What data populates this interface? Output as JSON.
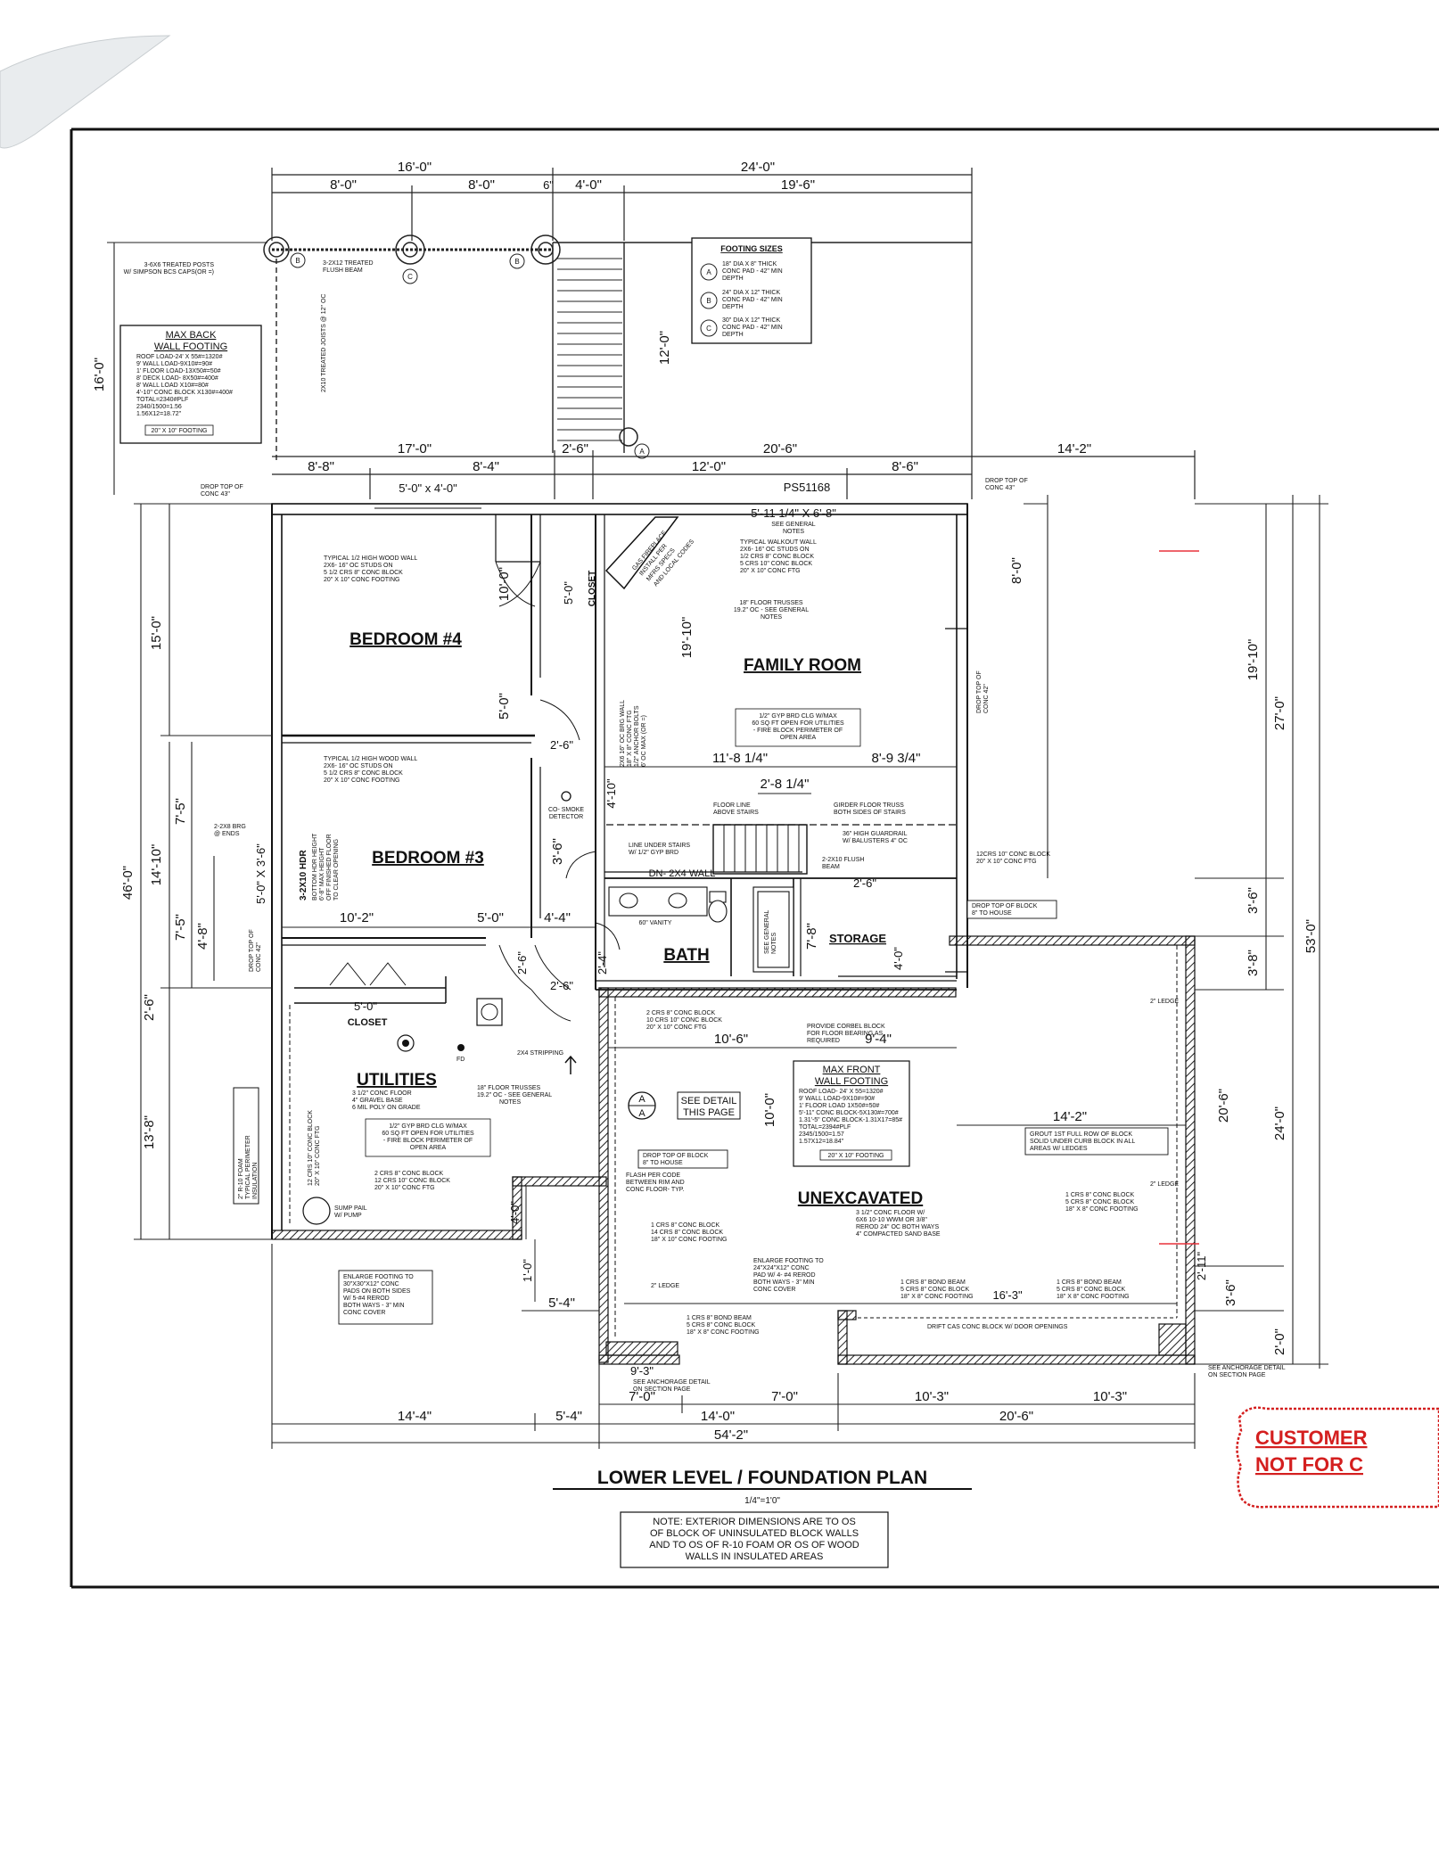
{
  "title": {
    "main": "LOWER LEVEL / FOUNDATION PLAN",
    "scale": "1/4\"=1'0\"",
    "note": [
      "NOTE: EXTERIOR DIMENSIONS ARE TO OS",
      "OF BLOCK OF UNINSULATED BLOCK WALLS",
      "AND TO OS OF R-10 FOAM OR OS OF WOOD",
      "WALLS IN INSULATED AREAS"
    ]
  },
  "stamp": {
    "line1": "CUSTOMER",
    "line2": "NOT FOR C"
  },
  "rooms": {
    "bedroom4": "BEDROOM #4",
    "bedroom3": "BEDROOM #3",
    "family_room": "FAMILY ROOM",
    "bath": "BATH",
    "storage": "STORAGE",
    "utilities": "UTILITIES",
    "unexcavated": "UNEXCAVATED",
    "closet": "CLOSET",
    "closet2": "CLOSET"
  },
  "footing_sizes": {
    "title": "FOOTING SIZES",
    "items": [
      {
        "key": "A",
        "lines": [
          "18\" DIA X 8\" THICK",
          "CONC PAD - 42\" MIN",
          "DEPTH"
        ]
      },
      {
        "key": "B",
        "lines": [
          "24\" DIA X 12\" THICK",
          "CONC PAD - 42\" MIN",
          "DEPTH"
        ]
      },
      {
        "key": "C",
        "lines": [
          "30\" DIA X 12\" THICK",
          "CONC PAD - 42\" MIN",
          "DEPTH"
        ]
      }
    ]
  },
  "max_back": {
    "title1": "MAX BACK",
    "title2": "WALL FOOTING",
    "lines": [
      "ROOF LOAD-24' X 55#=1320#",
      "9' WALL LOAD-9X10#=90#",
      "1' FLOOR LOAD-13X50#=50#",
      "8' DECK LOAD- 8X50#=400#",
      "8' WALL LOAD X10#=80#",
      "4'-10\" CONC BLOCK X130#=400#",
      "TOTAL=2340#PLF",
      "2340/1500=1.56",
      "1.56X12=18.72\""
    ],
    "footing": "20\" X 10\" FOOTING"
  },
  "max_front": {
    "title1": "MAX FRONT",
    "title2": "WALL FOOTING",
    "lines": [
      "ROOF LOAD- 24' X 55=1320#",
      "9' WALL LOAD-9X10#=90#",
      "1' FLOOR LOAD 1X50#=50#",
      "5'-11\" CONC BLOCK-5X130#=700#",
      "1.31'-5\" CONC BLOCK-1.31X17=85#",
      "TOTAL=2394#PLF",
      "2345/1500=1.57",
      "1.57X12=18.84\""
    ],
    "footing": "20\" X 10\" FOOTING"
  },
  "see_detail": {
    "line1": "SEE DETAIL",
    "line2": "THIS PAGE",
    "key": "A"
  },
  "notes": {
    "treated_posts": [
      "3-6X6 TREATED POSTS",
      "W/ SIMPSON BCS CAPS(OR =)"
    ],
    "flush_beam": [
      "3-2X12 TREATED",
      "FLUSH BEAM"
    ],
    "joists": "2X10 TREATED JOISTS @ 12\" OC",
    "drop_top_43_left": [
      "DROP TOP OF",
      "CONC 43\""
    ],
    "drop_top_43_right": [
      "DROP TOP OF",
      "CONC 43\""
    ],
    "ps": "PS51168",
    "window_size": "5'-0\" x 4'-0\"",
    "window_size2": "5'-11 1/4\" X 6'-8\"",
    "see_general": [
      "SEE GENERAL",
      "NOTES"
    ],
    "walkout_wall": [
      "TYPICAL WALKOUT WALL",
      "2X6- 16\" OC STUDS ON",
      "1/2 CRS 8\" CONC BLOCK",
      "5 CRS 10\" CONC BLOCK",
      "20\" X 10\" CONC FTG"
    ],
    "half_wood_wall_1": [
      "TYPICAL 1/2 HIGH WOOD WALL",
      "2X6- 16\" OC STUDS ON",
      "5 1/2 CRS 8\" CONC BLOCK",
      "20\" X 10\" CONC FOOTING"
    ],
    "half_wood_wall_2": [
      "TYPICAL 1/2 HIGH WOOD WALL",
      "2X6- 16\" OC STUDS ON",
      "5 1/2 CRS 8\" CONC BLOCK",
      "20\" X 10\" CONC FOOTING"
    ],
    "floor_trusses_fr": [
      "18\" FLOOR TRUSSES",
      "19.2\" OC - SEE GENERAL",
      "NOTES"
    ],
    "gyp_fr": [
      "1/2\" GYP BRD CLG W/MAX",
      "60 SQ FT OPEN FOR UTILITIES",
      "- FIRE BLOCK PERIMETER OF",
      "OPEN AREA"
    ],
    "gas_fireplace": [
      "GAS FIREPLACE",
      "INSTALL PER",
      "MFRS SPECS",
      "AND LOCAL CODES"
    ],
    "bearing_wall": [
      "2X6 16\" OC BRG WALL",
      "18\" X 8\" CONC FTG",
      "1/2\" ANCHOR BOLTS",
      "6' OC MAX (OR =)"
    ],
    "co_smoke": [
      "CO- SMOKE",
      "DETECTOR"
    ],
    "floor_line": [
      "FLOOR LINE",
      "ABOVE STAIRS"
    ],
    "girder_truss": [
      "GIRDER FLOOR TRUSS",
      "BOTH SIDES OF STAIRS"
    ],
    "guardrail": [
      "36\" HIGH GUARDRAIL",
      "W/ BALUSTERS 4\" OC"
    ],
    "line_under_stairs": [
      "LINE UNDER STAIRS",
      "W/ 1/2\" GYP BRD"
    ],
    "flush_beam2": [
      "2-2X10 FLUSH",
      "BEAM"
    ],
    "dn": "DN- 2X4 WALL",
    "vanity": "60\" VANITY",
    "bath_general": [
      "SEE GENERAL",
      "NOTES"
    ],
    "block_12": [
      "12CRS 10\" CONC BLOCK",
      "20\" X 10\" CONC FTG"
    ],
    "drop_top_42_right": [
      "DROP TOP OF",
      "CONC 42\""
    ],
    "drop_top_8_house": [
      "DROP TOP OF BLOCK",
      "8\" TO HOUSE"
    ],
    "drop_top_8_house2": [
      "DROP TOP OF BLOCK",
      "8\" TO HOUSE"
    ],
    "two_ledge": "2\" LEDGE",
    "two_ledge2": "2\" LEDGE",
    "two_ledge3": "2\" LEDGE",
    "bsg_ends": [
      "2-2X8 BRG",
      "@ ENDS"
    ],
    "hdr": [
      "3-2X10 HDR",
      "BOTTOM HDR HEIGHT",
      "6'-8\" MAX HEIGHT",
      "OFF FINISHED FLOOR",
      "TO CLEAR OPENING"
    ],
    "drop_top_42_left": [
      "DROP TOP OF",
      "CONC 42\""
    ],
    "corbel": [
      "PROVIDE CORBEL BLOCK",
      "FOR FLOOR BEARING AS",
      "REQUIRED"
    ],
    "ten_crs": [
      "2 CRS 8\" CONC BLOCK",
      "10 CRS 10\" CONC BLOCK",
      "20\" X 10\" CONC FTG"
    ],
    "stripping": "2X4 STRIPPING",
    "fd": "FD",
    "utilities_floor": [
      "3 1/2\" CONC FLOOR",
      "4\" GRAVEL BASE",
      "6 MIL POLY ON GRADE"
    ],
    "floor_trusses_ut": [
      "18\" FLOOR TRUSSES",
      "19.2\" OC - SEE GENERAL",
      "NOTES"
    ],
    "gyp_ut": [
      "1/2\" GYP BRD CLG W/MAX",
      "60 SQ FT OPEN FOR UTILITIES",
      "- FIRE BLOCK PERIMETER OF",
      "OPEN AREA"
    ],
    "block_12_left": [
      "12 CRS 10\" CONC BLOCK",
      "20\" X 10\" CONC FTG"
    ],
    "block_2_12": [
      "2 CRS 8\" CONC BLOCK",
      "12 CRS 10\" CONC BLOCK",
      "20\" X 10\" CONC FTG"
    ],
    "sump": [
      "SUMP PAIL",
      "W/ PUMP"
    ],
    "foam": [
      "2\" R-10 FOAM",
      "TYPICAL PERIMETER",
      "INSULATION"
    ],
    "flash": [
      "FLASH PER CODE",
      "BETWEEN RIM AND",
      "CONC FLOOR- TYP."
    ],
    "block_1_14": [
      "1 CRS 8\" CONC BLOCK",
      "14 CRS 8\" CONC BLOCK",
      "18\" X 10\" CONC FOOTING"
    ],
    "unex_floor": [
      "3 1/2\" CONC FLOOR W/",
      "6X6 10-10 WWM OR 3/8\"",
      "REROD 24\" OC BOTH WAYS",
      "4\" COMPACTED SAND BASE"
    ],
    "grout": [
      "GROUT 1ST FULL ROW OF BLOCK",
      "SOLID UNDER CURB BLOCK IN ALL",
      "AREAS W/ LEDGES"
    ],
    "block_1_5": [
      "1 CRS 8\" CONC BLOCK",
      "5 CRS 8\" CONC BLOCK",
      "18\" X 8\" CONC FOOTING"
    ],
    "enlarge_footing_left": [
      "ENLARGE FOOTING TO",
      "30\"X30\"X12\" CONC",
      "PADS ON BOTH SIDES",
      "W/ 5-#4 REROD",
      "BOTH WAYS - 3\" MIN",
      "CONC COVER"
    ],
    "enlarge_footing_mid": [
      "ENLARGE FOOTING TO",
      "24\"X24\"X12\" CONC",
      "PAD W/ 4- #4 REROD",
      "BOTH WAYS - 3\" MIN",
      "CONC COVER"
    ],
    "bond_beam_1": [
      "1 CRS 8\" BOND BEAM",
      "5 CRS 8\" CONC BLOCK",
      "18\" X 8\" CONC FOOTING"
    ],
    "bond_beam_2": [
      "1 CRS 8\" BOND BEAM",
      "5 CRS 8\" CONC BLOCK",
      "18\" X 8\" CONC FOOTING"
    ],
    "bond_beam_3": [
      "1 CRS 8\" BOND BEAM",
      "5 CRS 8\" CONC BLOCK",
      "18\" X 8\" CONC FOOTING"
    ],
    "curb": "DRIFT CAS CONC BLOCK W/ DOOR OPENINGS",
    "anchorage_left": [
      "SEE ANCHORAGE DETAIL",
      "ON SECTION PAGE"
    ],
    "anchorage_right": [
      "SEE ANCHORAGE DETAIL",
      "ON SECTION PAGE"
    ]
  },
  "dims": {
    "top1": "16'-0\"",
    "top2": "24'-0\"",
    "top3a": "8'-0\"",
    "top3b": "8'-0\"",
    "top3c": "6\"",
    "top3d": "4'-0\"",
    "top3e": "19'-6\"",
    "deck_12": "12'-0\"",
    "left_16": "16'-0\"",
    "row2a": "17'-0\"",
    "row2b": "2'-6\"",
    "row2c": "20'-6\"",
    "row2d": "14'-2\"",
    "row3a": "8'-8\"",
    "row3b": "8'-4\"",
    "row3c": "12'-0\"",
    "row3d": "8'-6\"",
    "b4_10": "10'-0\"",
    "b4_5a": "5'-0\"",
    "b4_5b": "5'-0\"",
    "d2_6a": "2'-6\"",
    "fr_1910": "19'-10\"",
    "fr_8": "8'-0\"",
    "fr_1184": "11'-8 1/4\"",
    "fr_894": "8'-9 3/4\"",
    "fr_284": "2'-8 1/4\"",
    "fr_410": "4'-10\"",
    "b3_36": "3'-6\"",
    "b3_102": "10'-2\"",
    "b3_5": "5'-0\"",
    "b3_44": "4'-4\"",
    "b3_26a": "2'-6\"",
    "b3_26b": "2'-6\"",
    "b3_24": "2'-4\"",
    "win_b3": "5'-0\" X 3'-6\"",
    "closet_5": "5'-0\"",
    "bath_78": "7'-8\"",
    "stor_26": "2'-6\"",
    "stor_40": "4'-0\"",
    "r_1910": "19'-10\"",
    "r_27": "27'-0\"",
    "r_36": "3'-6\"",
    "r_38": "3'-8\"",
    "r_53": "53'-0\"",
    "r_206": "20'-6\"",
    "r_24": "24'-0\"",
    "r_36b": "3'-6\"",
    "r_20": "2'-0\"",
    "r_211": "2'-11\"",
    "l_15": "15'-0\"",
    "l_75a": "7'-5\"",
    "l_1410": "14'-10\"",
    "l_75b": "7'-5\"",
    "l_48": "4'-8\"",
    "l_46": "46'-0\"",
    "l_26": "2'-6\"",
    "l_138": "13'-8\"",
    "u_106": "10'-6\"",
    "u_94": "9'-4\"",
    "u_100": "10'-0\"",
    "u_142": "14'-2\"",
    "u_163": "16'-3\"",
    "u_40": "4'-0\"",
    "u_10": "1'-0\"",
    "u_54": "5'-4\"",
    "u_93": "9'-3\"",
    "b1a": "7'-0\"",
    "b1b": "7'-0\"",
    "b1c": "10'-3\"",
    "b1d": "10'-3\"",
    "b2a": "14'-4\"",
    "b2b": "5'-4\"",
    "b2c": "14'-0\"",
    "b2d": "20'-6\"",
    "b3total": "54'-2\""
  }
}
